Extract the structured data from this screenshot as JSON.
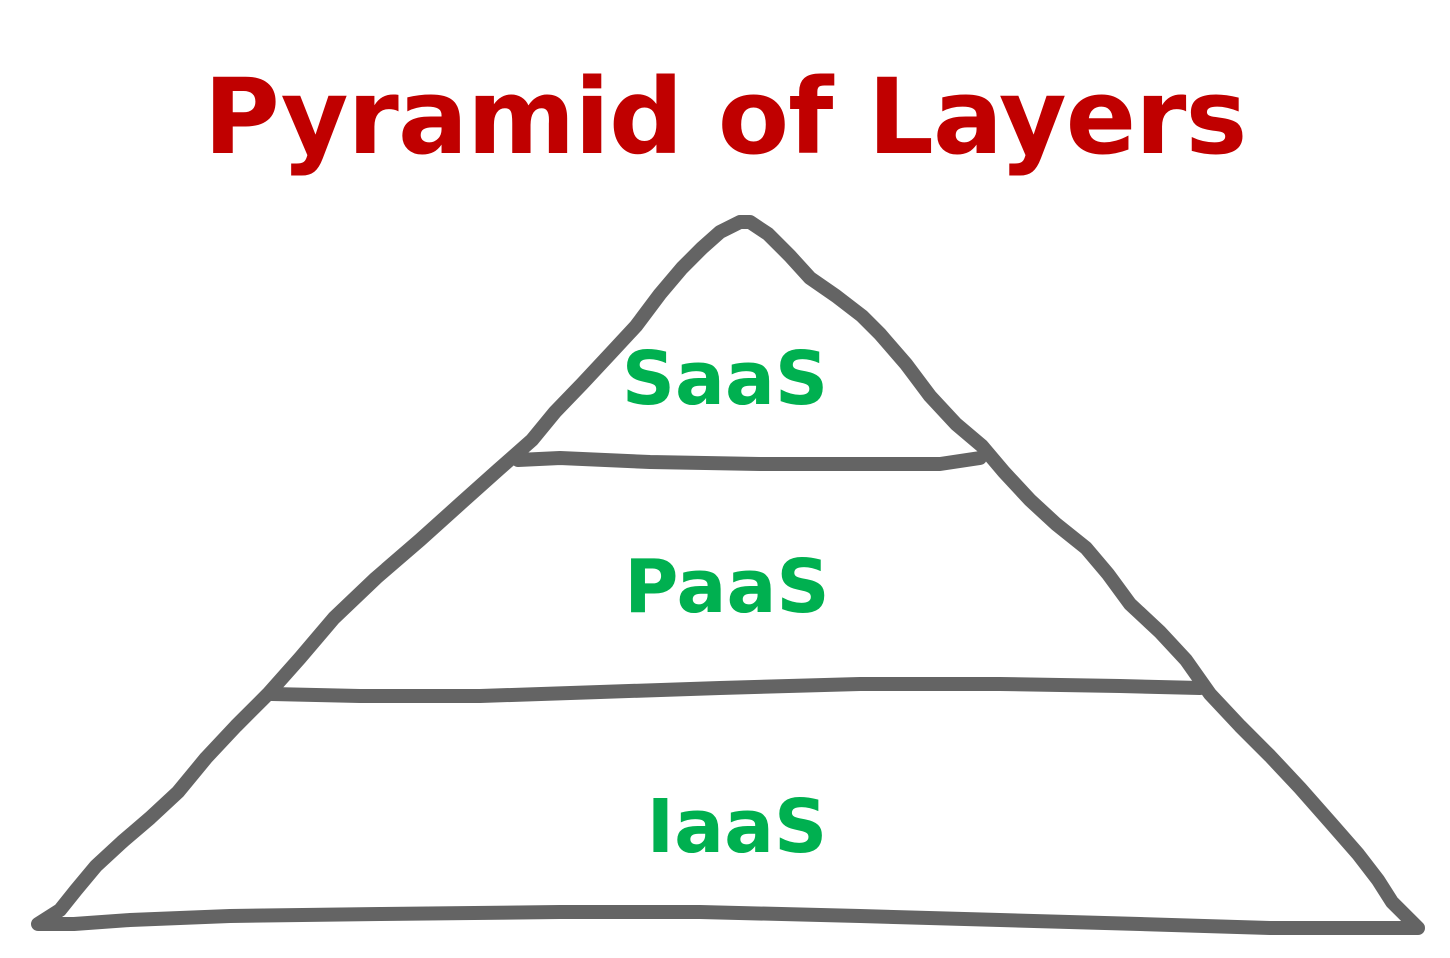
{
  "title": "Pyramid of Layers",
  "colors": {
    "title": "#c00000",
    "label": "#00b050",
    "outline": "#646464"
  },
  "layers": [
    {
      "label": "SaaS"
    },
    {
      "label": "PaaS"
    },
    {
      "label": "IaaS"
    }
  ]
}
